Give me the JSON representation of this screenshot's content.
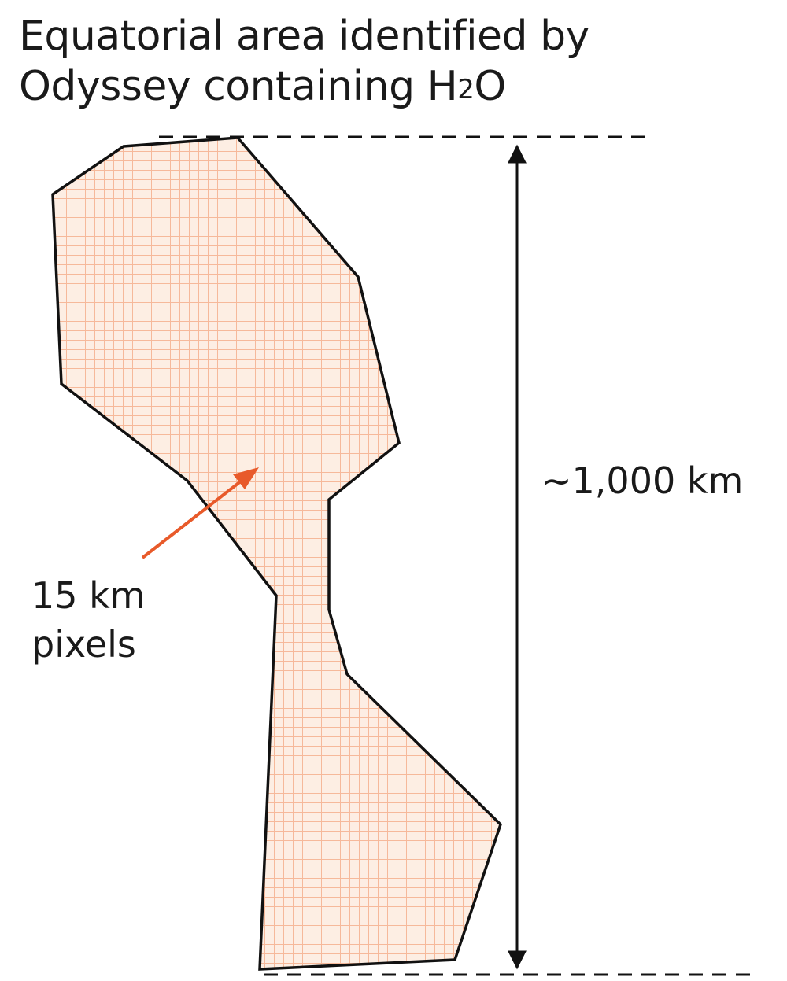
{
  "title": {
    "line1": "Equatorial area identified by",
    "line2_prefix": "Odyssey containing H",
    "line2_subscript": "2",
    "line2_suffix": "O"
  },
  "annotations": {
    "pixel_label_line1": "15 km",
    "pixel_label_line2": "pixels",
    "dimension_label": "~1,000 km"
  },
  "colors": {
    "outline": "#111111",
    "fill": "#fdeee3",
    "grid": "#f6b99a",
    "arrow_pointer": "#e85a2a"
  }
}
